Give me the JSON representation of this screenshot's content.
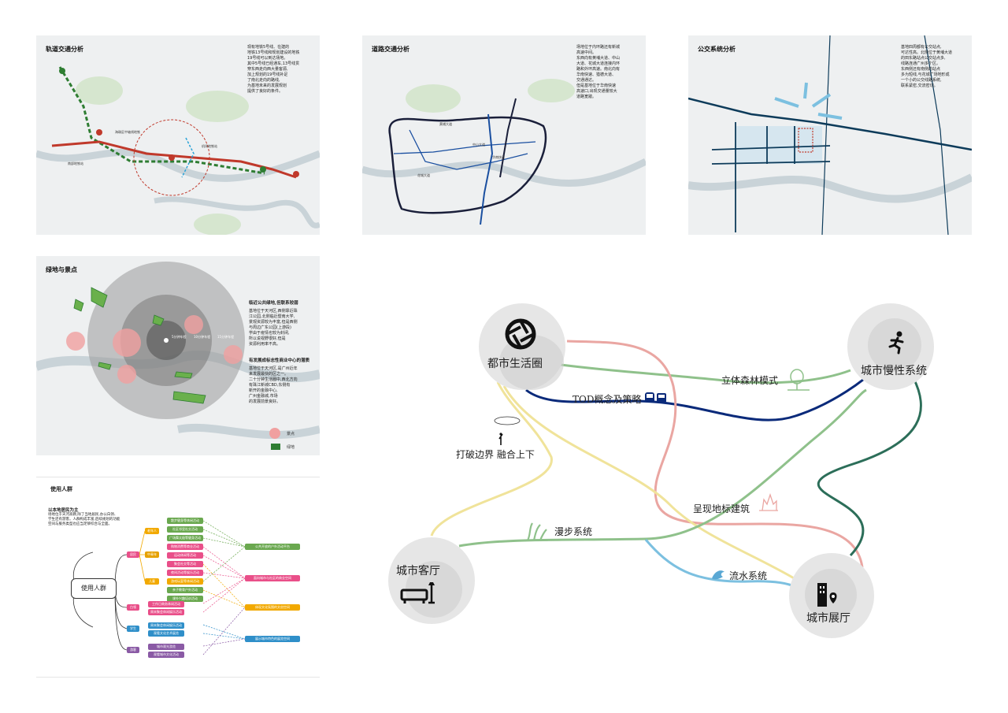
{
  "panels": {
    "rail": {
      "title": "轨道交通分析",
      "desc": "现有地铁5号线、在建的\n地铁13号线和规划建设的地铁\n19号线可以到达场地。\n其中5号线已经通车,13号线贯\n穿东西走向西大量客源,\n加上规划的19号线补足\n了南北走向的路线,\n为基地未来的发展规划\n提供了良好的条件。",
      "stations": [
        "海珠区中轴线地铁",
        "机场地铁站",
        "南部地铁站"
      ]
    },
    "road": {
      "title": "道路交通分析",
      "desc": "场地位于内环路还有新城\n高速中间。\n东西向有黄埔大道、中山\n大道、花城大道连接内环\n路和外环高速。南北向有\n华南快速、猎德大道、\n交通通达。\n但是基地位于华南快速\n高速口,出现交通量较大\n道路宽敞。",
      "roads": [
        "黄埔大道",
        "中山大道",
        "花城大道",
        "华南快速"
      ]
    },
    "bus": {
      "title": "公交系统分析",
      "desc": "基地四周都有公交站点,\n可达性高。北侧位于黄埔大道\n的田东路站点公交站点多,\n线路连通广州多个区。\n东西侧还有南侧的站点\n多为短线,与花城广场地形成\n一个小的公交线路系统,\n联系紧密,交流密切。"
    },
    "green": {
      "title": "绿地与景点",
      "heading1": "临近公共绿地,但联系较弱",
      "desc1": "基地位于天河区,西侧靠近珠\n江公园,北侧临近暨南大学,\n景观资源较为丰富,但是西侧\n与周边广东公园(上游段)\n学由于疫情也较为封闭,\n所以说视野很好,但是\n资源利用率不高。",
      "heading2": "有发展成标志性商业中心的潜质",
      "desc2": "基地位于天河区,是广州近年\n来发展最快的区之一。\n二十分钟生活圈中,西北方向\n有珠江新城CBD,东侧有\n新开的金融中心,\n广州金融城,市场\n的发展前景良好。",
      "legend": [
        "景点",
        "绿地"
      ],
      "ring_labels": [
        "5分钟车程",
        "10分钟车程",
        "15分钟车程"
      ]
    },
    "users": {
      "title": "使用人群",
      "heading": "以本地居民为主",
      "desc": "场地位于天河高教,除了当地居民,办公白领、\n学生还有游客。人群构成丰富,后续规划的功能\n空间与服务类型也应当足够综合与全面。",
      "root": "使用人群",
      "groups": [
        {
          "label": "居民",
          "color": "#e94f89"
        },
        {
          "label": "白领",
          "color": "#e94f89"
        },
        {
          "label": "学生",
          "color": "#2f8fc9"
        },
        {
          "label": "游客",
          "color": "#8a5aa5"
        }
      ],
      "ages": [
        {
          "label": "老年人",
          "color": "#f2a900"
        },
        {
          "label": "中青年",
          "color": "#e6a100"
        },
        {
          "label": "儿童",
          "color": "#f2a900"
        }
      ],
      "activities": [
        {
          "label": "散步健身等休闲活动",
          "color": "#6aa84f"
        },
        {
          "label": "社区邻里社交活动",
          "color": "#6aa84f"
        },
        {
          "label": "广场舞太极等健身活动",
          "color": "#6aa84f"
        },
        {
          "label": "购物消费等商业活动",
          "color": "#e94f89"
        },
        {
          "label": "运动休闲等活动",
          "color": "#e94f89"
        },
        {
          "label": "聚会社交等活动",
          "color": "#e94f89"
        },
        {
          "label": "夜间活动等娱乐活动",
          "color": "#e94f89"
        },
        {
          "label": "游戏玩耍等休闲活动",
          "color": "#f2a900"
        },
        {
          "label": "亲子教育户外活动",
          "color": "#6aa84f"
        },
        {
          "label": "课外兴趣培训活动",
          "color": "#6aa84f"
        },
        {
          "label": "工作日商务休闲活动",
          "color": "#e94f89"
        },
        {
          "label": "周末聚会休闲娱乐活动",
          "color": "#e94f89"
        },
        {
          "label": "周末聚会休闲娱乐活动",
          "color": "#2f8fc9"
        },
        {
          "label": "观看文化艺术展览",
          "color": "#2f8fc9"
        },
        {
          "label": "城市观光游览",
          "color": "#8a5aa5"
        },
        {
          "label": "观看城市文化活动",
          "color": "#8a5aa5"
        }
      ],
      "outcomes": [
        {
          "label": "公共开放的户外活动平台",
          "color": "#6aa84f"
        },
        {
          "label": "面向城市与社区的商业空间",
          "color": "#e94f89"
        },
        {
          "label": "体现文化氛围的文创空间",
          "color": "#f2a900"
        },
        {
          "label": "展示城市特色的展览空间",
          "color": "#2f8fc9"
        }
      ]
    }
  },
  "concept": {
    "nodes": {
      "urban_life": "都市生活圈",
      "slow_system": "城市慢性系统",
      "living_room": "城市客厅",
      "exhibition": "城市展厅"
    },
    "edges": {
      "forest": "立体森林模式",
      "tod": "TOD概念及策略",
      "boundary": "打破边界 融合上下",
      "walk": "漫步系统",
      "landmark": "呈现地标建筑",
      "water": "流水系统"
    },
    "colors": {
      "green": "#8fc18b",
      "navy": "#0a2a7a",
      "pink": "#eaa6a2",
      "yellow": "#f0e39a",
      "darkgreen": "#2c6e59",
      "blue": "#7cc0e0"
    }
  }
}
